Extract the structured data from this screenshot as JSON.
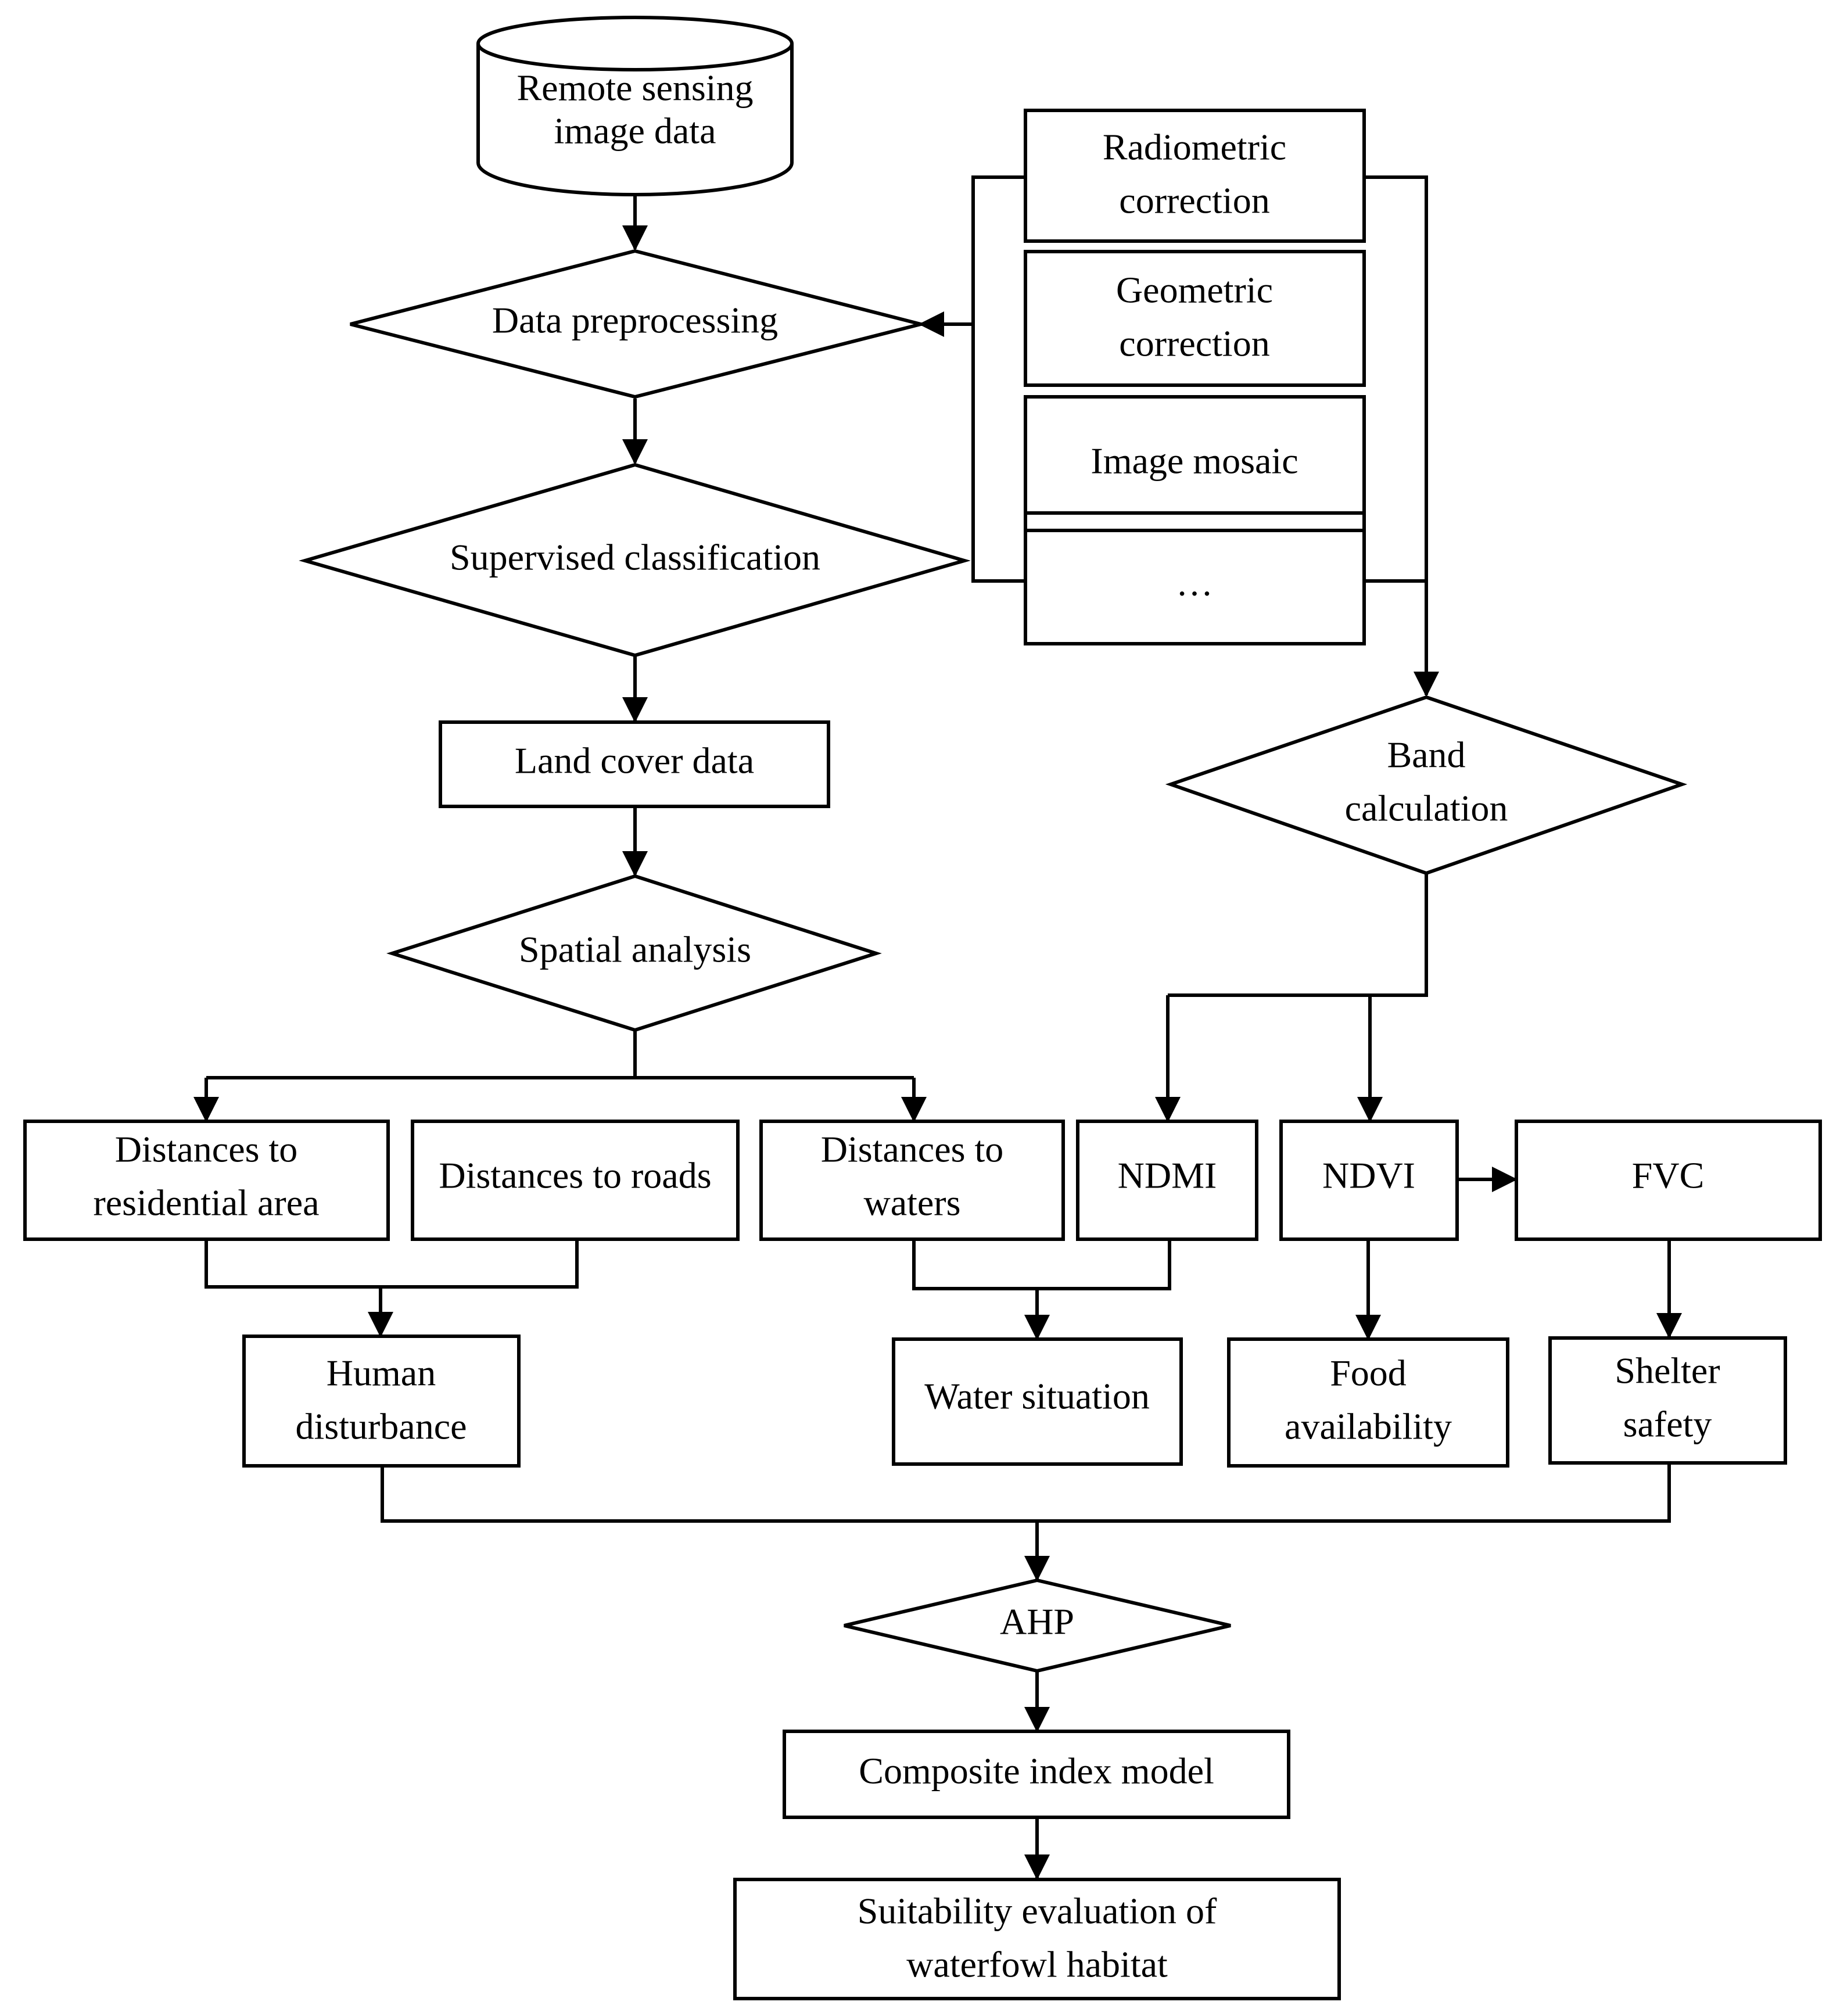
{
  "nodes": {
    "remote_sensing": {
      "line1": "Remote sensing",
      "line2": "image  data"
    },
    "data_preprocessing": {
      "label": "Data preprocessing"
    },
    "radiometric": {
      "line1": "Radiometric",
      "line2": "correction"
    },
    "geometric": {
      "line1": "Geometric",
      "line2": "correction"
    },
    "image_mosaic": {
      "label": "Image mosaic"
    },
    "ellipsis": {
      "label": "…"
    },
    "supervised": {
      "label": "Supervised classification"
    },
    "land_cover": {
      "label": "Land cover data"
    },
    "band_calc": {
      "line1": "Band",
      "line2": "calculation"
    },
    "spatial": {
      "label": "Spatial  analysis"
    },
    "dist_residential": {
      "line1": "Distances to",
      "line2": "residential  area"
    },
    "dist_roads": {
      "label": "Distances to roads"
    },
    "dist_waters": {
      "line1": "Distances to",
      "line2": "waters"
    },
    "ndmi": {
      "label": "NDMI"
    },
    "ndvi": {
      "label": "NDVI"
    },
    "fvc": {
      "label": "FVC"
    },
    "human": {
      "line1": "Human",
      "line2": "disturbance"
    },
    "water_situation": {
      "label": "Water situation"
    },
    "food": {
      "line1": "Food",
      "line2": "availability"
    },
    "shelter": {
      "line1": "Shelter",
      "line2": "safety"
    },
    "ahp": {
      "label": "AHP"
    },
    "composite": {
      "label": "Composite index model"
    },
    "suitability": {
      "line1": "Suitability  evaluation  of",
      "line2": "waterfowl habitat"
    }
  }
}
